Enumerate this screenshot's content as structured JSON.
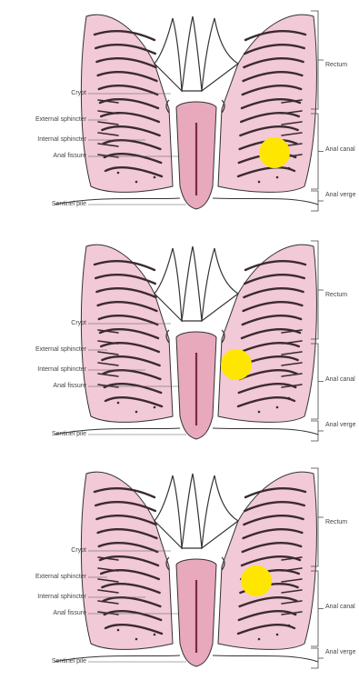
{
  "colors": {
    "tissue": "#f2c9d6",
    "tissue_light": "#f7dbe4",
    "muscle_dark": "#3a2a30",
    "lumen": "#e8a9bd",
    "marker": "#ffe600",
    "line": "#333333"
  },
  "panels": [
    {
      "labels_left": [
        "Crypt",
        "External sphincter",
        "Internal sphincter",
        "Anal fissure",
        "Sentinel pile"
      ],
      "labels_right": [
        "Rectum",
        "Anal canal",
        "Anal verge"
      ],
      "marker": {
        "location": "anal canal, outer wall"
      }
    },
    {
      "labels_left": [
        "Crypt",
        "External sphincter",
        "Internal sphincter",
        "Anal fissure",
        "Sentinel pile"
      ],
      "labels_right": [
        "Rectum",
        "Anal canal",
        "Anal verge"
      ],
      "marker": {
        "location": "between internal and external sphincter"
      }
    },
    {
      "labels_left": [
        "Crypt",
        "External sphincter",
        "Internal sphincter",
        "Anal fissure",
        "Sentinel pile"
      ],
      "labels_right": [
        "Rectum",
        "Anal canal",
        "Anal verge"
      ],
      "marker": {
        "location": "anal canal, lower wall"
      }
    }
  ]
}
